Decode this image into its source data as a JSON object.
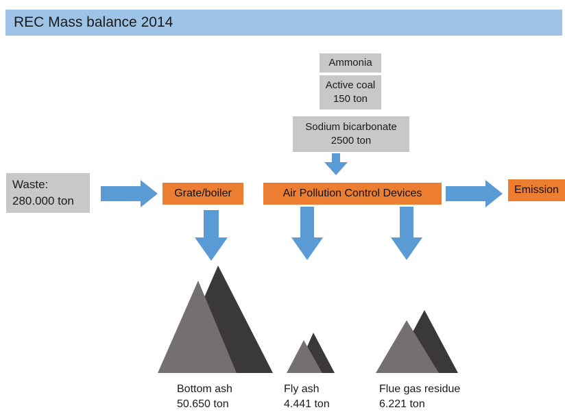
{
  "title": "REC Mass balance 2014",
  "inputs": {
    "ammonia": "Ammonia",
    "active_coal_label": "Active coal",
    "active_coal_value": "150 ton",
    "sodium_label": "Sodium bicarbonate",
    "sodium_value": "2500 ton"
  },
  "waste": {
    "label": "Waste:",
    "value": "280.000 ton"
  },
  "process": {
    "grate": "Grate/boiler",
    "apc": "Air Pollution Control Devices",
    "emission": "Emission"
  },
  "outputs": [
    {
      "label": "Bottom ash",
      "value": "50.650 ton"
    },
    {
      "label": "Fly ash",
      "value": "4.441 ton"
    },
    {
      "label": "Flue gas residue",
      "value": "6.221 ton"
    }
  ],
  "colors": {
    "header": "#9dc3e6",
    "input_box": "#c8c8c8",
    "process_box": "#ed7d31",
    "arrow": "#5b9bd5",
    "pile_light": "#757070",
    "pile_dark": "#3b3838"
  }
}
